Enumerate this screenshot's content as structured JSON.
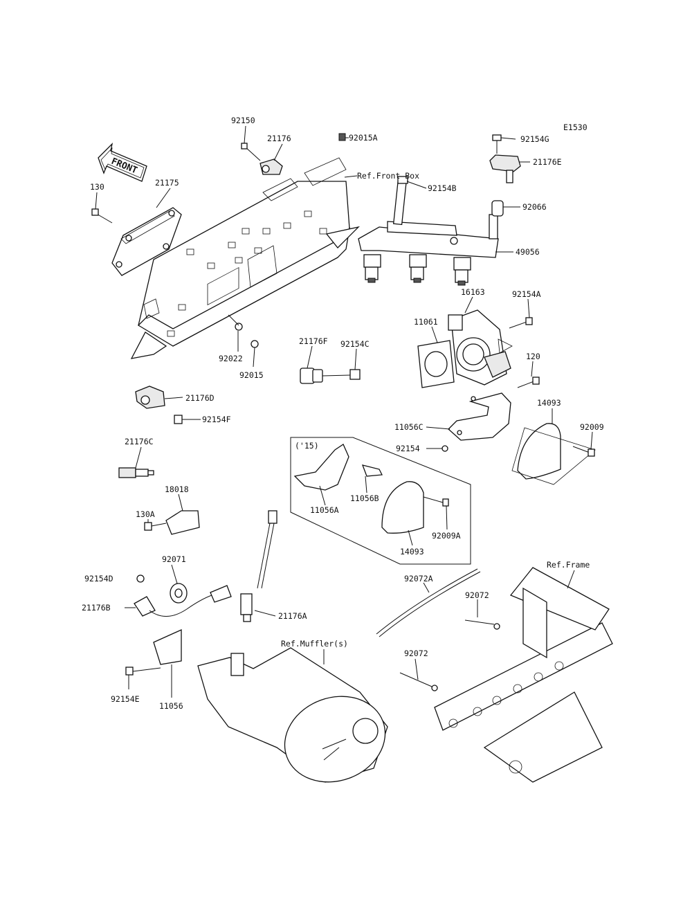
{
  "diagram_code": "E1530",
  "front_arrow_text": "FRONT",
  "inset_year": "('15)",
  "refs": {
    "front_box": "Ref.Front Box",
    "frame": "Ref.Frame",
    "mufflers": "Ref.Muffler(s)"
  },
  "parts": {
    "p92150": "92150",
    "p21176": "21176",
    "p92015A": "92015A",
    "p92154G": "92154G",
    "p21176E": "21176E",
    "p130": "130",
    "p21175": "21175",
    "p92154B": "92154B",
    "p92066": "92066",
    "p49056": "49056",
    "p16163": "16163",
    "p92154A": "92154A",
    "p11061": "11061",
    "p21176F": "21176F",
    "p92154C": "92154C",
    "p92022": "92022",
    "p92015": "92015",
    "p120": "120",
    "p14093": "14093",
    "p21176D": "21176D",
    "p92154F": "92154F",
    "p11056C": "11056C",
    "p92009": "92009",
    "p92154": "92154",
    "p21176C": "21176C",
    "p11056A": "11056A",
    "p11056B": "11056B",
    "p18018": "18018",
    "p130A": "130A",
    "p14093b": "14093",
    "p92009A": "92009A",
    "p92071": "92071",
    "p92154D": "92154D",
    "p92072A": "92072A",
    "p92072a": "92072",
    "p21176B": "21176B",
    "p21176A": "21176A",
    "p92072b": "92072",
    "p92154E": "92154E",
    "p11056": "11056"
  }
}
